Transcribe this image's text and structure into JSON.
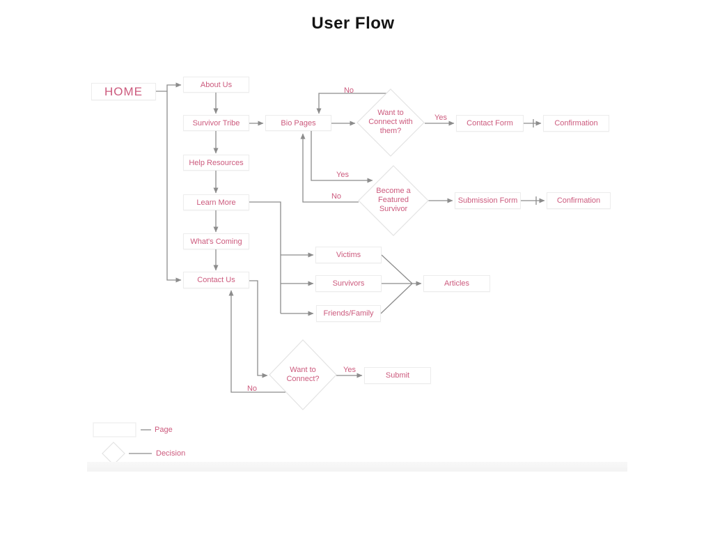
{
  "title": "User Flow",
  "nodes": {
    "home": "HOME",
    "about_us": "About Us",
    "survivor_tribe": "Survivor Tribe",
    "bio_pages": "Bio Pages",
    "help_resources": "Help Resources",
    "learn_more": "Learn More",
    "whats_coming": "What's Coming",
    "contact_us": "Contact Us",
    "contact_form": "Contact Form",
    "confirmation_1": "Confirmation",
    "submission_form": "Submission Form",
    "confirmation_2": "Confirmation",
    "victims": "Victims",
    "survivors": "Survivors",
    "friends_family": "Friends/Family",
    "articles": "Articles",
    "submit": "Submit"
  },
  "decisions": {
    "want_connect_them": "Want to Connect with them?",
    "become_featured": "Become a Featured Survivor",
    "want_connect": "Want to Connect?"
  },
  "edge_labels": {
    "no_to_bio_top": "No",
    "yes_to_contact_form": "Yes",
    "yes_to_featured": "Yes",
    "no_to_bio_bottom": "No",
    "yes_to_submit": "Yes",
    "no_to_contact_us": "No"
  },
  "legend": {
    "page": "Page",
    "decision": "Decision"
  },
  "colors": {
    "node_text": "#cc5a7d",
    "line": "#8c8c8c",
    "node_border": "#ececec",
    "diamond_border": "#e3e3e3",
    "title_text": "#141414"
  }
}
